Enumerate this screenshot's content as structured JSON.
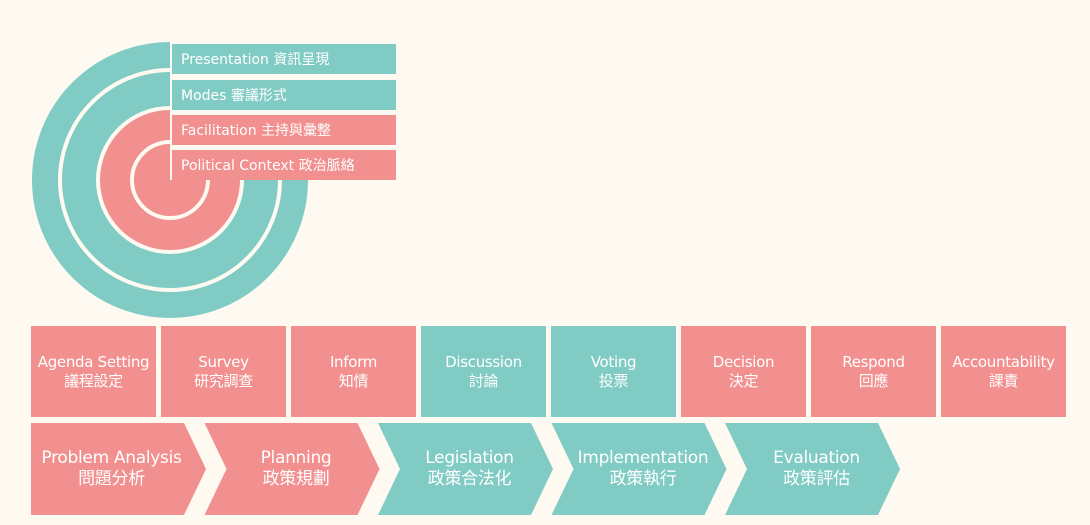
{
  "colors": {
    "teal": "#80cbc4",
    "pink": "#f28f8f",
    "background": "#fefaf1",
    "text": "#ffffff"
  },
  "layers": [
    {
      "label": "Presentation 資訊呈現",
      "color": "teal"
    },
    {
      "label": "Modes 審議形式",
      "color": "teal"
    },
    {
      "label": "Facilitation 主持與彙整",
      "color": "pink"
    },
    {
      "label": "Political Context 政治脈絡",
      "color": "pink"
    }
  ],
  "stages": [
    {
      "en": "Agenda Setting",
      "zh": "議程設定",
      "color": "pink"
    },
    {
      "en": "Survey",
      "zh": "研究調查",
      "color": "pink"
    },
    {
      "en": "Inform",
      "zh": "知情",
      "color": "pink"
    },
    {
      "en": "Discussion",
      "zh": "討論",
      "color": "teal"
    },
    {
      "en": "Voting",
      "zh": "投票",
      "color": "teal"
    },
    {
      "en": "Decision",
      "zh": "決定",
      "color": "pink"
    },
    {
      "en": "Respond",
      "zh": "回應",
      "color": "pink"
    },
    {
      "en": "Accountability",
      "zh": "課責",
      "color": "pink"
    }
  ],
  "phases": [
    {
      "en": "Problem Analysis",
      "zh": "問題分析",
      "color": "pink"
    },
    {
      "en": "Planning",
      "zh": "政策規劃",
      "color": "pink"
    },
    {
      "en": "Legislation",
      "zh": "政策合法化",
      "color": "teal"
    },
    {
      "en": "Implementation",
      "zh": "政策執行",
      "color": "teal"
    },
    {
      "en": "Evaluation",
      "zh": "政策評估",
      "color": "teal"
    }
  ]
}
